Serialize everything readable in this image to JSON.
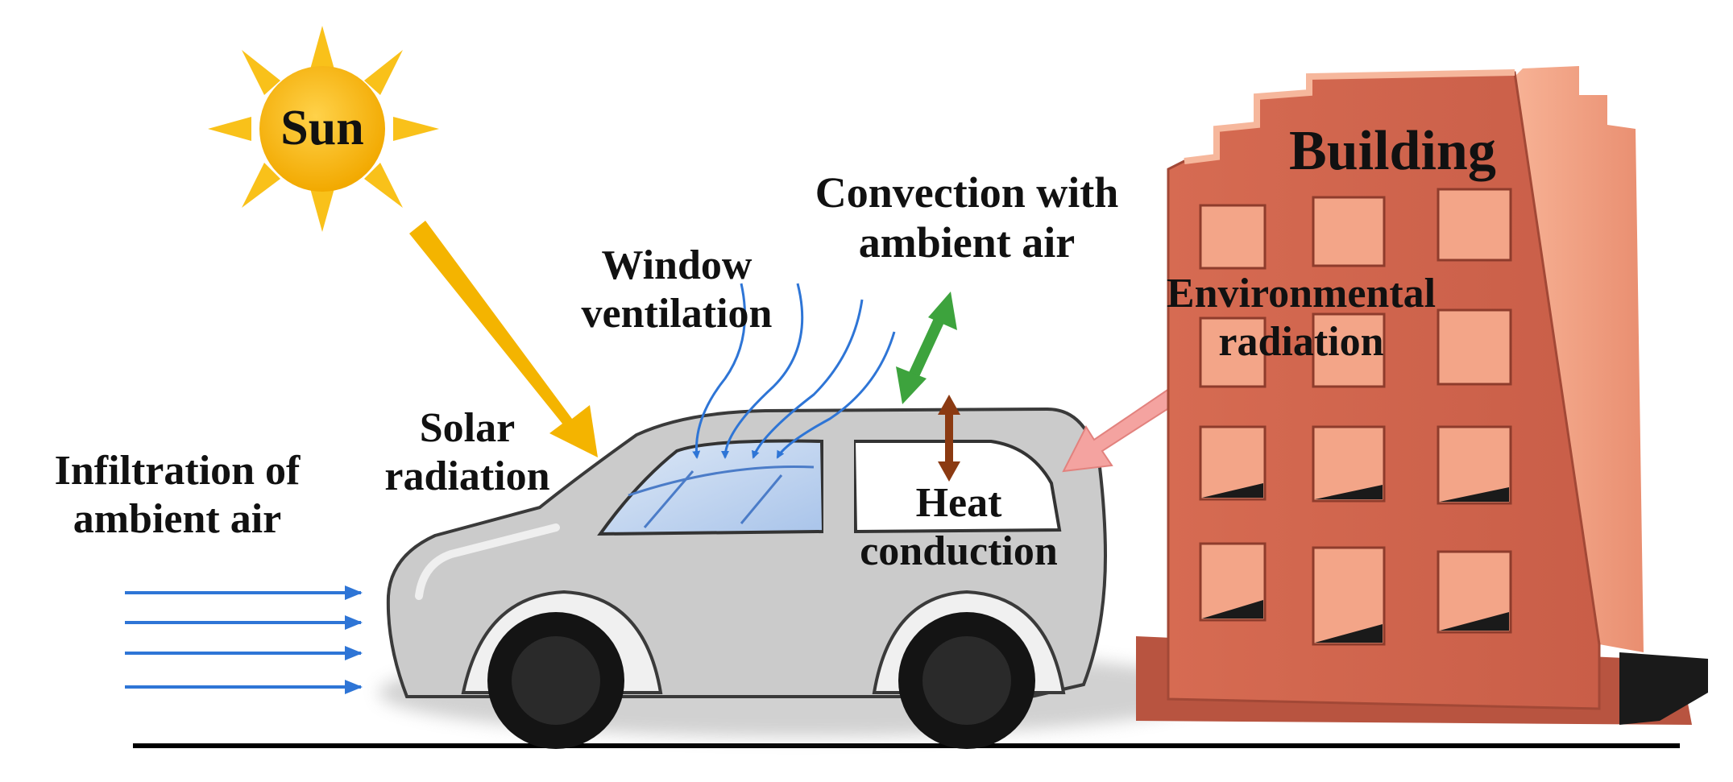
{
  "labels": {
    "sun": "Sun",
    "building": "Building",
    "solar_line1": "Solar",
    "solar_line2": "radiation",
    "window_line1": "Window",
    "window_line2": "ventilation",
    "convection_line1": "Convection with",
    "convection_line2": "ambient air",
    "environmental_line1": "Environmental",
    "environmental_line2": "radiation",
    "heat_line1": "Heat",
    "heat_line2": "conduction",
    "infiltration_line1": "Infiltration of",
    "infiltration_line2": "ambient air"
  },
  "colors": {
    "sun": "#F7B500",
    "sun_rays": "#F9C11A",
    "solar_arrow": "#F4B400",
    "airflow": "#2E75D6",
    "convection_arrow": "#3DA33D",
    "conduction_arrow": "#8B3A12",
    "environmental_arrow": "#F4A3A0",
    "building": "#D8705A",
    "building_light": "#F3A588",
    "car_body": "#C9C9C9",
    "window_glass": "#BDD3EE",
    "ground": "#000000"
  }
}
